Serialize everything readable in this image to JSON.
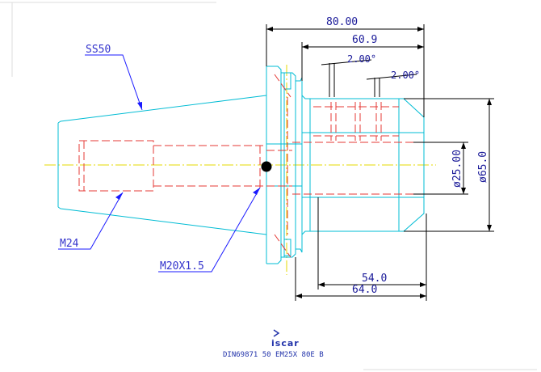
{
  "dimensions": {
    "overall_length": "80.00",
    "body_length": "60.9",
    "groove_width_1": "2.00°",
    "groove_width_2": "2.00°",
    "bore_diameter": "ø25.00",
    "outer_diameter": "ø65.0",
    "clamp_length": "54.0",
    "flange_length": "64.0"
  },
  "callouts": {
    "taper": "SS50",
    "thread_back": "M24",
    "thread_screw": "M20X1.5"
  },
  "title_block": {
    "brand": "iscar",
    "part_code": "DIN69871 50 EM25X 80E B"
  },
  "colors": {
    "outline": "#00bcd4",
    "hidden": "#e53935",
    "centerline": "#e6d800",
    "dimension": "#000000",
    "leader": "#1a1aff",
    "text": "#1a1a99"
  }
}
